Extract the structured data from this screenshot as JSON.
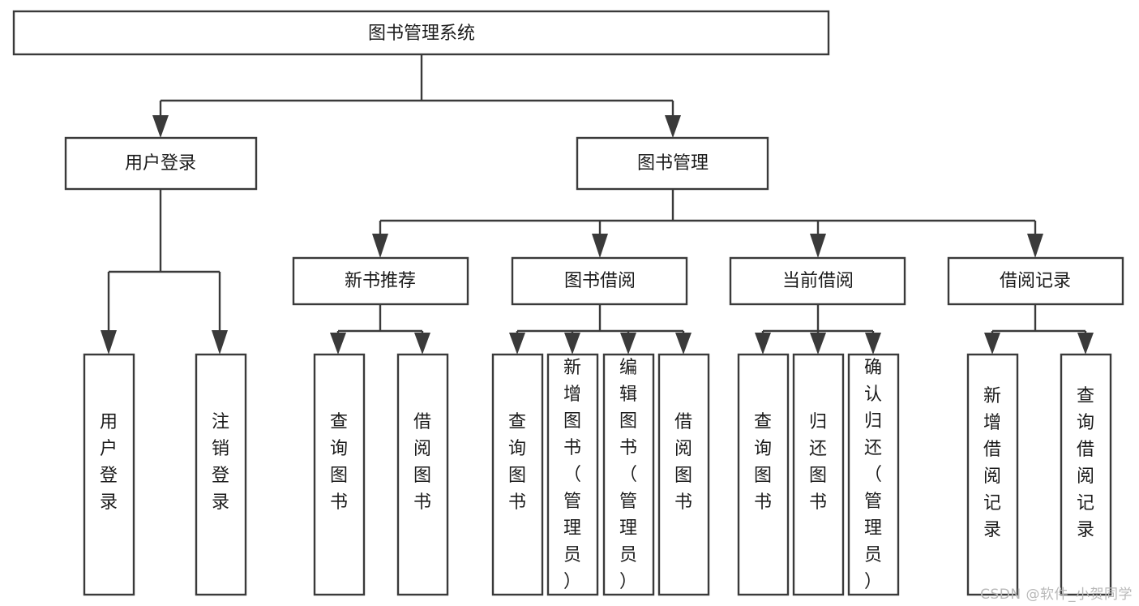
{
  "diagram": {
    "type": "tree-hierarchy",
    "title": "图书管理系统",
    "watermark": "CSDN @软件_小贺同学",
    "colors": {
      "stroke": "#3a3a3a",
      "fill": "#ffffff",
      "text": "#1b1b1b",
      "watermark": "#b8b8b8"
    },
    "root": {
      "label": "图书管理系统"
    },
    "level2": [
      {
        "label": "用户登录"
      },
      {
        "label": "图书管理"
      }
    ],
    "level3": [
      {
        "label": "新书推荐"
      },
      {
        "label": "图书借阅"
      },
      {
        "label": "当前借阅"
      },
      {
        "label": "借阅记录"
      }
    ],
    "leaves": {
      "user_login": [
        {
          "label": "用户登录"
        },
        {
          "label": "注销登录"
        }
      ],
      "new_book_rec": [
        {
          "label": "查询图书"
        },
        {
          "label": "借阅图书"
        }
      ],
      "book_borrow": [
        {
          "label": "查询图书"
        },
        {
          "label": "新增图书（管理员）"
        },
        {
          "label": "编辑图书（管理员）"
        },
        {
          "label": "借阅图书"
        }
      ],
      "current_borrow": [
        {
          "label": "查询图书"
        },
        {
          "label": "归还图书"
        },
        {
          "label": "确认归还（管理员）"
        }
      ],
      "borrow_record": [
        {
          "label": "新增借阅记录"
        },
        {
          "label": "查询借阅记录"
        }
      ]
    }
  }
}
